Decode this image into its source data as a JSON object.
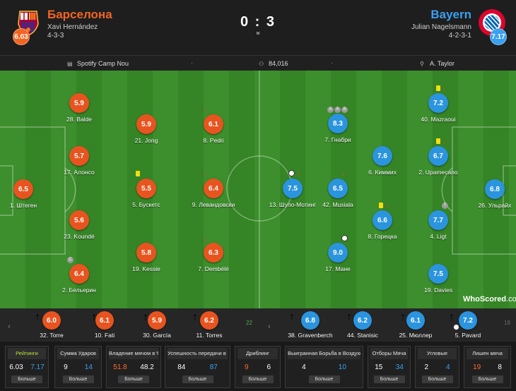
{
  "header": {
    "home": {
      "name": "Барселона",
      "coach": "Xavi Hernández",
      "formation": "4-3-3",
      "rating": "6.03",
      "color": "#f26522"
    },
    "away": {
      "name": "Bayern",
      "coach": "Julian Nagelsmann",
      "formation": "4-2-3-1",
      "rating": "7.17",
      "color": "#3aa0f0"
    },
    "score": "0 : 3",
    "score_sub": "м"
  },
  "info": {
    "venue": "Spotify Camp Nou",
    "attendance": "84,016",
    "referee": "A. Taylor"
  },
  "home_players": [
    {
      "rating": "5.9",
      "name": "28. Balde"
    },
    {
      "rating": "5.7",
      "name": "17. Алонсо"
    },
    {
      "rating": "6.5",
      "name": "1. Штеген"
    },
    {
      "rating": "5.6",
      "name": "23. Koundé"
    },
    {
      "rating": "6.4",
      "name": "2. Бельерин"
    },
    {
      "rating": "5.9",
      "name": "21. Jong"
    },
    {
      "rating": "5.5",
      "name": "5. Бускетс"
    },
    {
      "rating": "5.8",
      "name": "19. Kessie"
    },
    {
      "rating": "6.1",
      "name": "8. Pedri"
    },
    {
      "rating": "6.4",
      "name": "9. Левандовски"
    },
    {
      "rating": "6.3",
      "name": "7. Dembélé"
    }
  ],
  "away_players": [
    {
      "rating": "8.3",
      "name": "7. Гнабри"
    },
    {
      "rating": "7.5",
      "name": "13. Шупо-Мотинг"
    },
    {
      "rating": "6.5",
      "name": "42. Musiala"
    },
    {
      "rating": "9.0",
      "name": "17. Мане"
    },
    {
      "rating": "7.6",
      "name": "6. Киммих"
    },
    {
      "rating": "6.6",
      "name": "8. Горецка"
    },
    {
      "rating": "7.2",
      "name": "40. Mazraoui"
    },
    {
      "rating": "6.7",
      "name": "2. Upamecano"
    },
    {
      "rating": "7.7",
      "name": "4. Ligt"
    },
    {
      "rating": "7.5",
      "name": "19. Davies"
    },
    {
      "rating": "6.8",
      "name": "26. Ульрайх"
    }
  ],
  "badges": {
    "c": "C",
    "t": "T",
    "a": "A"
  },
  "watermark": {
    "brand": "WhoScored",
    "suffix": ".com"
  },
  "home_subs": [
    {
      "rating": "6.0",
      "name": "32. Torre"
    },
    {
      "rating": "6.1",
      "name": "10. Fati"
    },
    {
      "rating": "5.9",
      "name": "30. García"
    },
    {
      "rating": "6.2",
      "name": "11. Torres"
    }
  ],
  "away_subs": [
    {
      "rating": "6.8",
      "name": "38. Gravenberch"
    },
    {
      "rating": "6.2",
      "name": "44. Stanisic"
    },
    {
      "rating": "6.1",
      "name": "25. Мюллер"
    },
    {
      "rating": "7.2",
      "name": "5. Pavard"
    }
  ],
  "subs_nav": {
    "home_more": "22",
    "away_more": "18"
  },
  "stats": [
    {
      "title": "Рейтинги",
      "home": "6.03",
      "away": "7.17",
      "more": "Больше"
    },
    {
      "title": "Сумма Ударов",
      "home": "9",
      "away": "14",
      "more": "Больше"
    },
    {
      "title": "Владение мячом в %",
      "home": "51.8",
      "away": "48.2",
      "more": "Больше"
    },
    {
      "title": "Успешность передачи в %",
      "home": "84",
      "away": "87",
      "more": "Больше"
    },
    {
      "title": "Дриблинг",
      "home": "9",
      "away": "6",
      "more": "Больше"
    },
    {
      "title": "Выигранная Борьба в Воздухе",
      "home": "4",
      "away": "10",
      "more": "Больше"
    },
    {
      "title": "Отборы Мяча",
      "home": "15",
      "away": "34",
      "more": "Больше"
    },
    {
      "title": "Угловые",
      "home": "2",
      "away": "4",
      "more": "Больше"
    },
    {
      "title": "Лишен мяча",
      "home": "19",
      "away": "8",
      "more": "Больше"
    }
  ]
}
